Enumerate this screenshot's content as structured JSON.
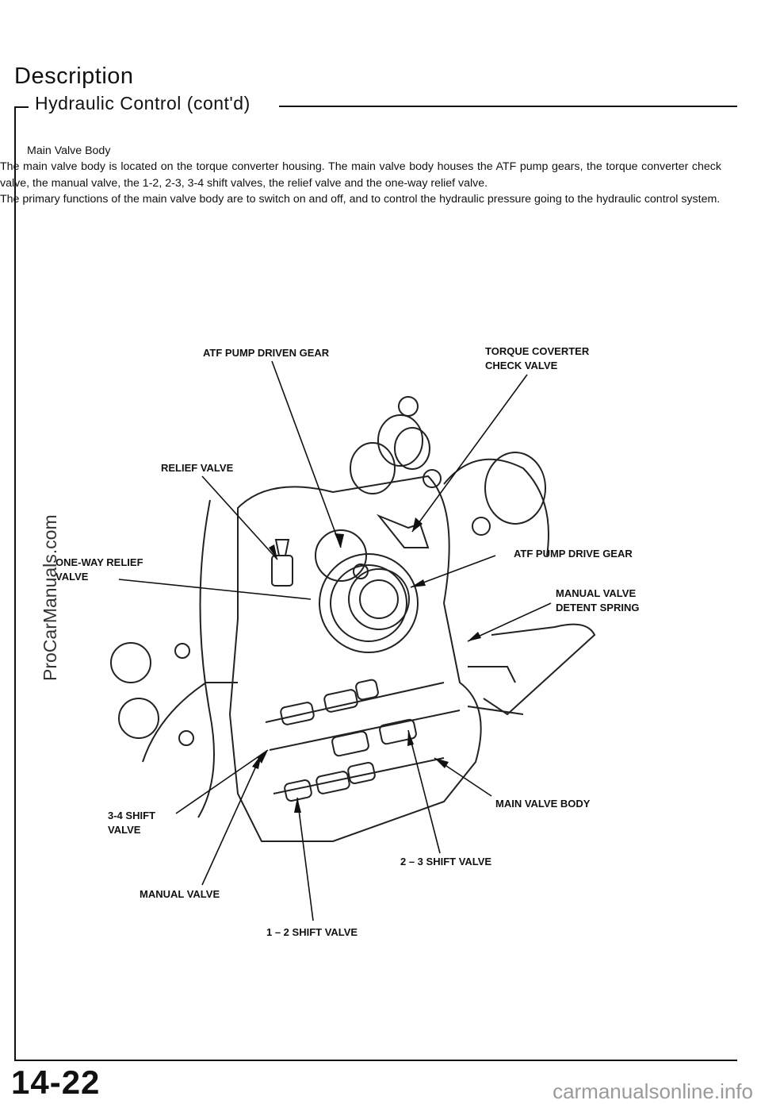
{
  "header": {
    "title": "Description",
    "subtitle": "Hydraulic Control (cont'd)"
  },
  "body": {
    "heading": "Main Valve Body",
    "paragraph1": "The main valve body is located on the torque converter housing. The main valve body houses the ATF pump gears, the torque converter check valve, the manual valve, the 1-2, 2-3, 3-4 shift valves, the relief valve and the one-way relief valve.",
    "paragraph2": "The primary functions of the main valve body are to switch on and off, and to control the hydraulic pressure going to the hydraulic control system."
  },
  "diagram": {
    "labels": {
      "atf_pump_driven_gear": "ATF PUMP DRIVEN GEAR",
      "torque_converter_check_valve_1": "TORQUE COVERTER",
      "torque_converter_check_valve_2": "CHECK VALVE",
      "relief_valve": "RELIEF VALVE",
      "one_way_relief_valve_1": "ONE-WAY RELIEF",
      "one_way_relief_valve_2": "VALVE",
      "atf_pump_drive_gear": "ATF PUMP DRIVE GEAR",
      "manual_valve_detent_spring_1": "MANUAL VALVE",
      "manual_valve_detent_spring_2": "DETENT SPRING",
      "shift_valve_3_4_1": "3-4 SHIFT",
      "shift_valve_3_4_2": "VALVE",
      "main_valve_body": "MAIN VALVE BODY",
      "shift_valve_2_3": "2 – 3 SHIFT VALVE",
      "manual_valve": "MANUAL VALVE",
      "shift_valve_1_2": "1 – 2 SHIFT VALVE"
    }
  },
  "watermark": "ProCarManuals.com",
  "footer": {
    "page_number": "14-22",
    "site": "carmanualsonline.info"
  }
}
